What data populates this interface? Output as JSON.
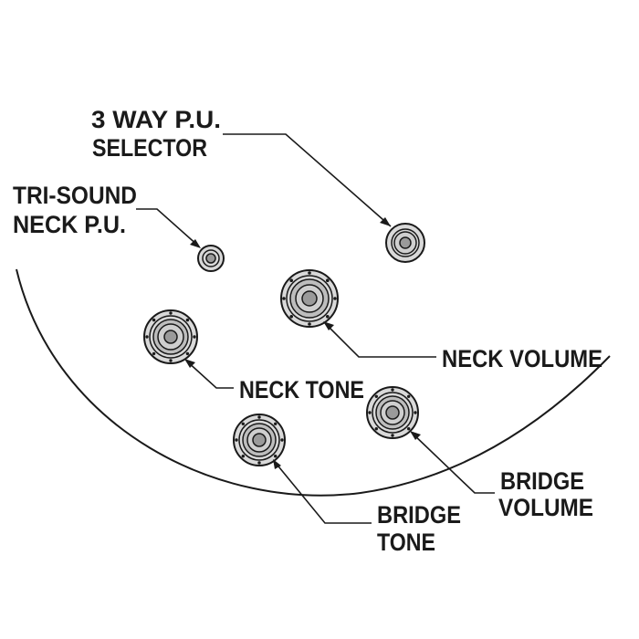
{
  "labels": {
    "selector_line1": "3 WAY P.U.",
    "selector_line2": "SELECTOR",
    "trisound_line1": "TRI-SOUND",
    "trisound_line2": "NECK P.U.",
    "neck_volume": "NECK VOLUME",
    "neck_tone": "NECK TONE",
    "bridge_volume_line1": "BRIDGE",
    "bridge_volume_line2": "VOLUME",
    "bridge_tone_line1": "BRIDGE",
    "bridge_tone_line2": "TONE"
  },
  "colors": {
    "ink": "#1a1a1a",
    "knob_fill": "#d9d9d9",
    "knob_center": "#9a9a9a"
  }
}
